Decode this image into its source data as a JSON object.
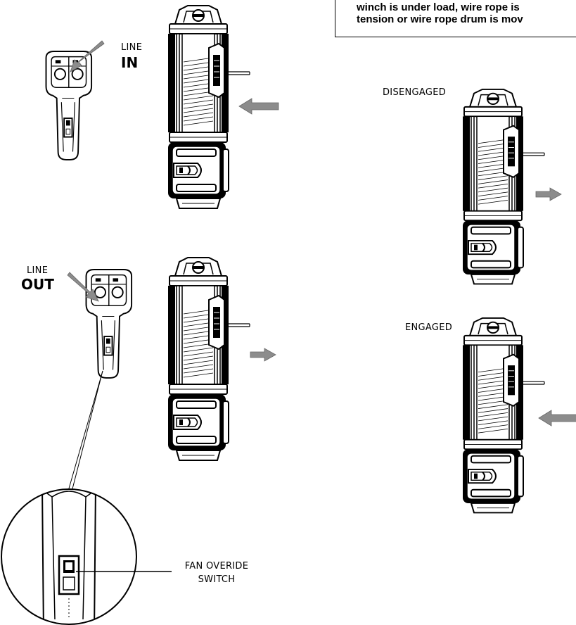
{
  "warning": {
    "line1": "winch is under load, wire rope is",
    "line2": "tension or wire rope drum is mov"
  },
  "labels": {
    "line_in_small": "LINE",
    "line_in_big": "IN",
    "line_out_small": "LINE",
    "line_out_big": "OUT",
    "disengaged": "DISENGAGED",
    "engaged": "ENGAGED",
    "fan_line1": "FAN OVERIDE",
    "fan_line2": "SWITCH"
  },
  "colors": {
    "arrow": "#8c8c8c",
    "line": "#000000"
  }
}
